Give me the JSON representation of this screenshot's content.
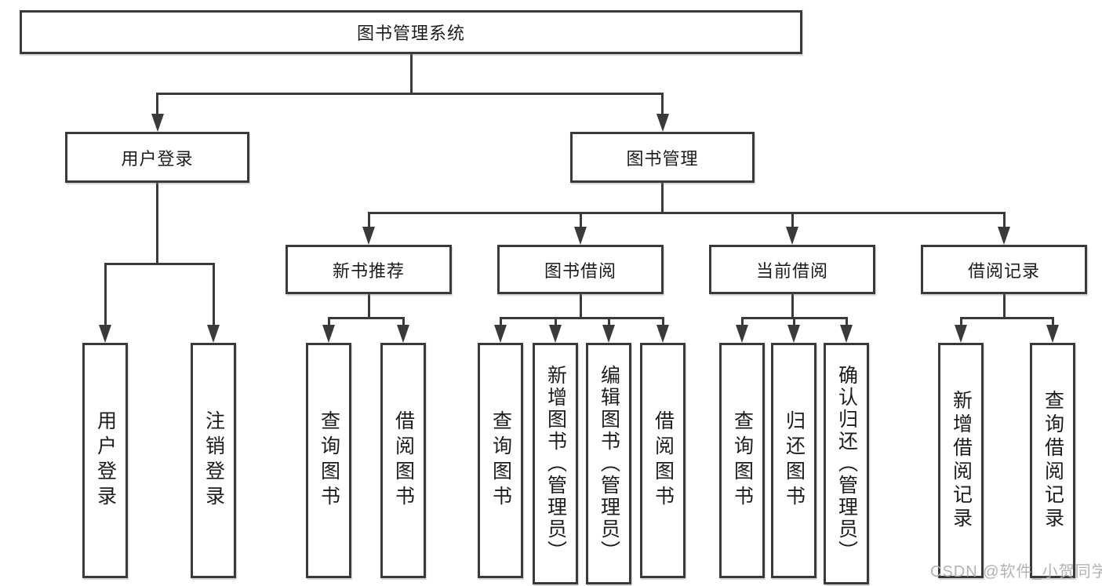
{
  "diagram_title": "图书管理系统",
  "colors": {
    "line": "#3a3a3a",
    "border": "#3a3a3a",
    "text": "#1c1c1c",
    "background": "#ffffff",
    "watermark": "#afafaf"
  },
  "root": {
    "label": "图书管理系统"
  },
  "level1": {
    "userLogin": {
      "label": "用户登录"
    },
    "bookMgmt": {
      "label": "图书管理"
    }
  },
  "level2": {
    "newBooks": {
      "label": "新书推荐"
    },
    "borrow": {
      "label": "图书借阅"
    },
    "current": {
      "label": "当前借阅"
    },
    "records": {
      "label": "借阅记录"
    }
  },
  "leaves": {
    "userLogin": [
      "用户登录",
      "注销登录"
    ],
    "newBooks": [
      "查询图书",
      "借阅图书"
    ],
    "borrow": [
      "查询图书",
      "新增图书（管理员）",
      "编辑图书（管理员）",
      "借阅图书"
    ],
    "current": [
      "查询图书",
      "归还图书",
      "确认归还（管理员）"
    ],
    "records": [
      "新增借阅记录",
      "查询借阅记录"
    ]
  },
  "watermark": "CSDN @软件_小贺同学"
}
